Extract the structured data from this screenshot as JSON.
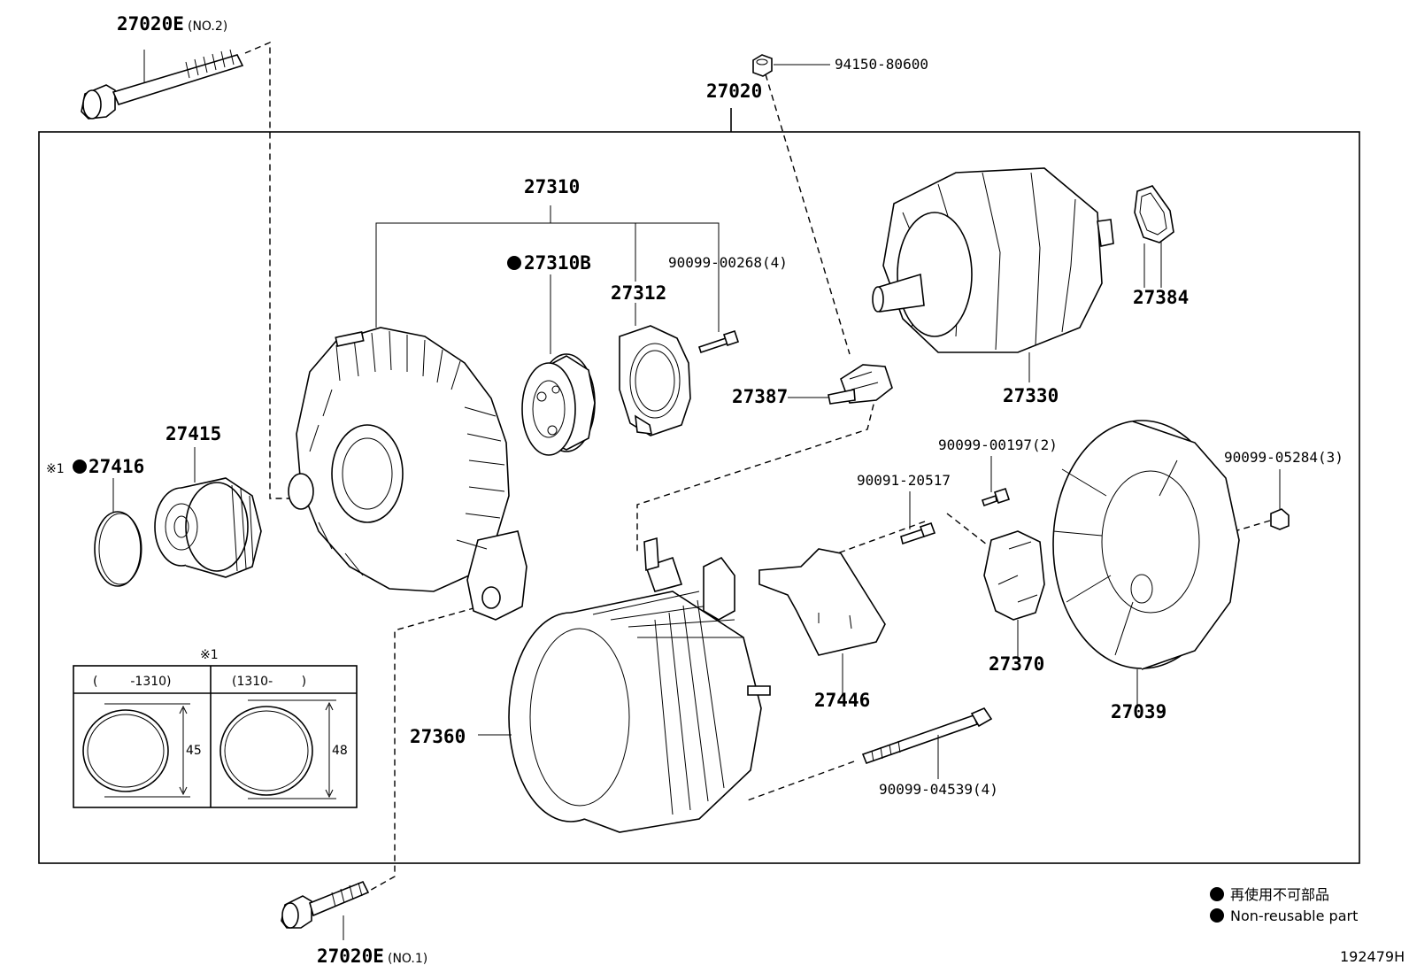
{
  "callouts": {
    "bolt_no2": {
      "part": "27020E",
      "note": "(NO.2)"
    },
    "bolt_no1": {
      "part": "27020E",
      "note": "(NO.1)"
    },
    "assembly": "27020",
    "nut_top": "94150-80600",
    "frame": "27310",
    "bearing": "27310B",
    "plate": "27312",
    "screw_frame": "90099-00268(4)",
    "seal": "27387",
    "rotor": "27330",
    "ring": "27384",
    "pulley": "27415",
    "cap": {
      "mark": "※1",
      "part": "27416"
    },
    "screw_a": "90099-00197(2)",
    "screw_b": "90091-20517",
    "nut_cover": "90099-05284(3)",
    "stator": "27360",
    "bracket": "27446",
    "brush_holder": "27370",
    "rear_cover": "27039",
    "thru_bolt": "90099-04539(4)"
  },
  "inset": {
    "mark": "※1",
    "col_left": "(　 　 -1310)",
    "col_right": "(1310-　　 )",
    "dim_left": "45",
    "dim_right": "48"
  },
  "legend": {
    "line_ja": "再使用不可部品",
    "line_en": "Non-reusable part"
  },
  "figure_id": "192479H"
}
